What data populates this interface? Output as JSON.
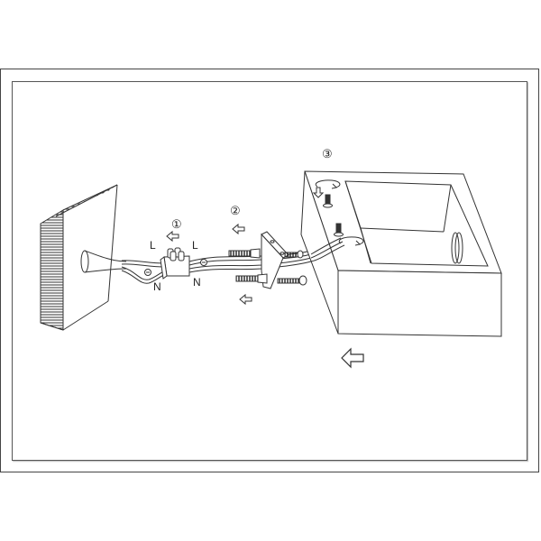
{
  "diagram": {
    "type": "installation-instructions",
    "steps": [
      {
        "number": "1",
        "glyph": "①",
        "description": "connect wires in terminal block"
      },
      {
        "number": "2",
        "glyph": "②",
        "description": "mount bracket with anchors and screws"
      },
      {
        "number": "3",
        "glyph": "③",
        "description": "attach housing box with screws"
      }
    ],
    "wire_labels": {
      "live_left": "L",
      "live_right": "L",
      "neutral_left": "N",
      "neutral_right": "N"
    },
    "parts": [
      "wall",
      "cable-conduit",
      "terminal-block",
      "mounting-bracket",
      "wall-anchors",
      "screws",
      "housing-box"
    ],
    "direction_arrow": "left"
  },
  "colors": {
    "line": "#333333",
    "background": "#ffffff",
    "frame": "#444444"
  }
}
